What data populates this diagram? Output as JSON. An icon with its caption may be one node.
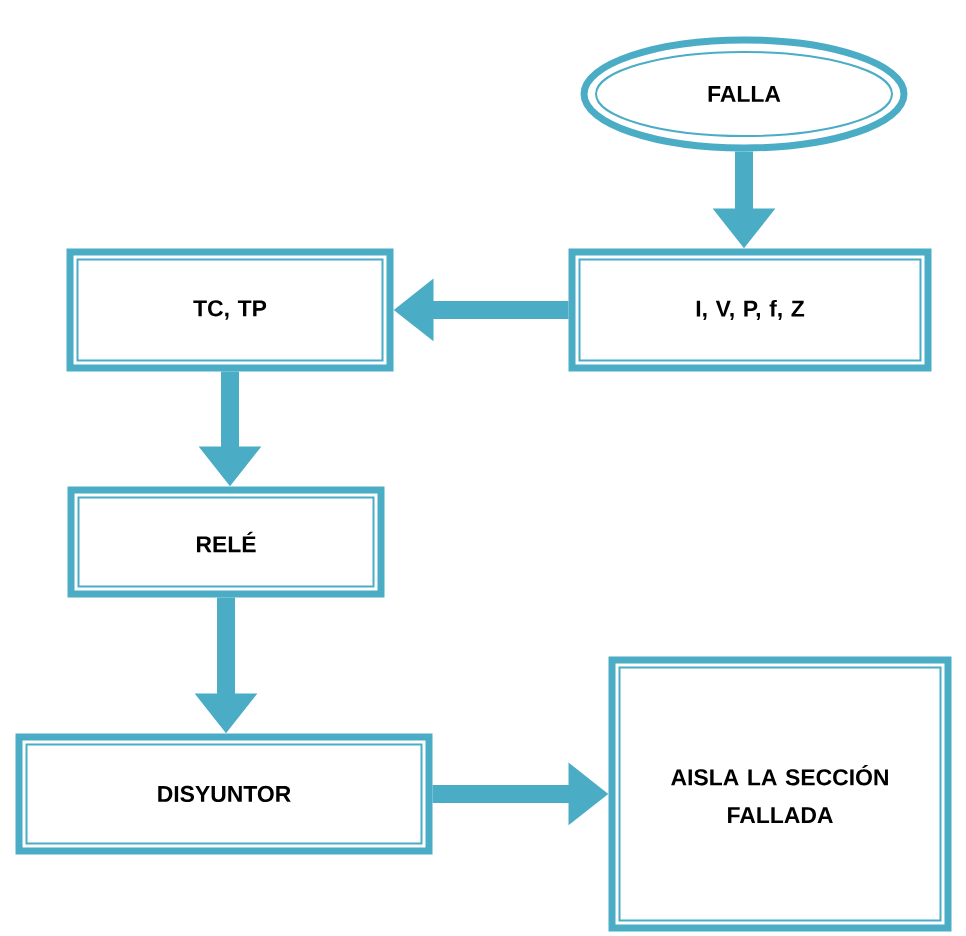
{
  "diagram": {
    "nodes": [
      {
        "text": [
          "FALLA"
        ]
      },
      {
        "text": [
          "I, V, P, f, Z"
        ]
      },
      {
        "text": [
          "TC, TP"
        ]
      },
      {
        "text": [
          "RELÉ"
        ]
      },
      {
        "text": [
          "DISYUNTOR"
        ]
      },
      {
        "text": [
          "AISLA LA SECCIÓN FALLADA"
        ]
      }
    ],
    "edges": [
      {
        "from": 0,
        "to": 1,
        "arrow": "to"
      },
      {
        "from": 1,
        "to": 2,
        "arrow": "to"
      },
      {
        "from": 2,
        "to": 3,
        "arrow": "to"
      },
      {
        "from": 3,
        "to": 4,
        "arrow": "to"
      },
      {
        "from": 4,
        "to": 5,
        "arrow": "to"
      }
    ]
  }
}
